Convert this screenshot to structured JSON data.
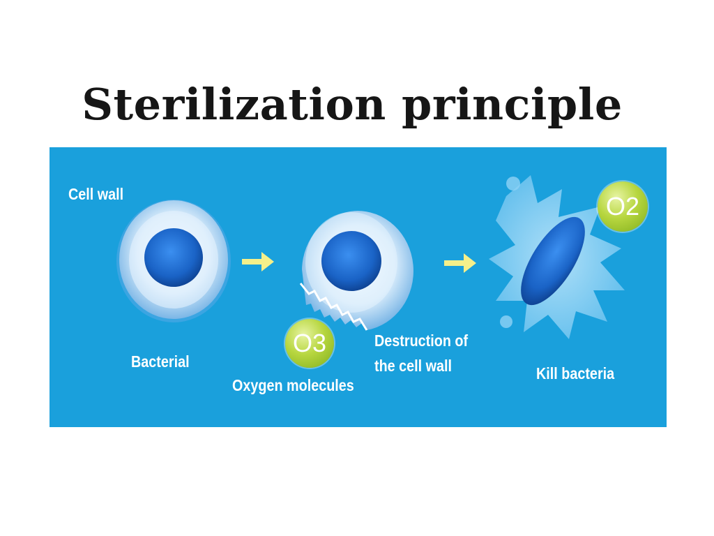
{
  "title": "Sterilization principle",
  "labels": {
    "cell_wall": "Cell wall",
    "bacterial": "Bacterial",
    "oxygen_molecules": "Oxygen molecules",
    "destruction_line1": "Destruction of",
    "destruction_line2": "the cell wall",
    "kill_bacteria": "Kill bacteria"
  },
  "badges": {
    "ozone": "O3",
    "oxygen": "O2"
  },
  "colors": {
    "panel": "#1aa0dc",
    "arrow": "#f5f08a",
    "badge": "#a5cd2e",
    "nucleus": "#1565c0"
  }
}
